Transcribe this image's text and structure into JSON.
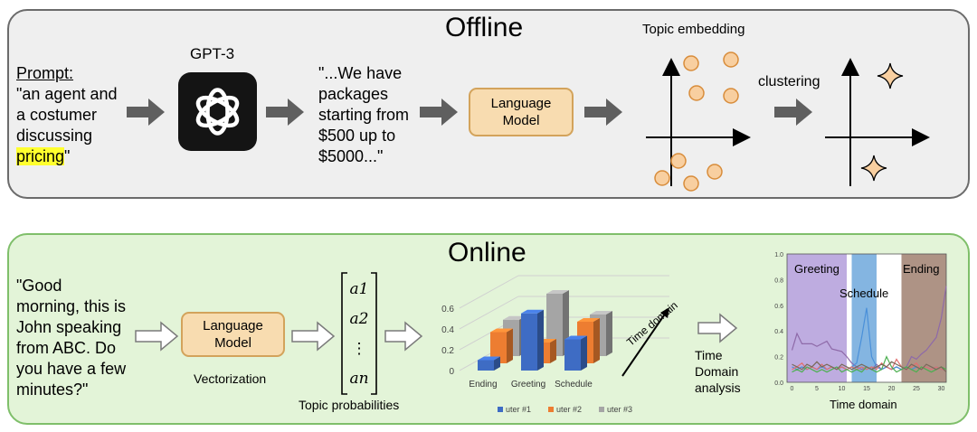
{
  "offline": {
    "title": "Offline",
    "prompt_label": "Prompt:",
    "prompt_line1": "\"an agent and",
    "prompt_line2": "a costumer",
    "prompt_line3": "discussing",
    "prompt_highlight": "pricing",
    "prompt_end": "\"",
    "gpt_label": "GPT-3",
    "output_line1": "\"...We have",
    "output_line2": "packages",
    "output_line3": "starting from",
    "output_line4": "$500 up to",
    "output_line5": "$5000...\"",
    "lm_line1": "Language",
    "lm_line2": "Model",
    "embedding_label": "Topic embedding",
    "clustering_label": "clustering"
  },
  "online": {
    "title": "Online",
    "utter_line1": "\"Good",
    "utter_line2": "morning, this is",
    "utter_line3": "John speaking",
    "utter_line4": "from ABC. Do",
    "utter_line5": "you have a few",
    "utter_line6": "minutes?\"",
    "lm_line1": "Language",
    "lm_line2": "Model",
    "vectorization_label": "Vectorization",
    "vector_entries": [
      "a1",
      "a2",
      "⋮",
      "an"
    ],
    "topic_prob_label": "Topic probabilities",
    "time_axis_label": "Time domain",
    "tda_line1": "Time",
    "tda_line2": "Domain",
    "tda_line3": "analysis",
    "ts_xlabel": "Time domain",
    "ts_greeting": "Greeting",
    "ts_schedule": "Schedule",
    "ts_ending": "Ending"
  },
  "colors": {
    "series1": "#3e6cc4",
    "series2": "#ed7d31",
    "series3": "#a5a5a5",
    "greeting_band": "#b39ddb",
    "schedule_band": "#6fa8dc",
    "ending_band": "#a08070",
    "dot_fill": "#f8cfa0",
    "lm_fill": "#f8dcb0"
  },
  "chart_data": [
    {
      "type": "bar",
      "categories": [
        "Ending",
        "Greeting",
        "Schedule"
      ],
      "series": [
        {
          "name": "uter #1",
          "values": [
            0.1,
            0.55,
            0.3
          ]
        },
        {
          "name": "uter #2",
          "values": [
            0.3,
            0.2,
            0.4
          ]
        },
        {
          "name": "uter #3",
          "values": [
            0.35,
            0.6,
            0.4
          ]
        }
      ],
      "yticks": [
        "0",
        "0.2",
        "0.4",
        "0.6"
      ],
      "ylim": [
        0,
        0.8
      ]
    },
    {
      "type": "line",
      "xlabel": "Time domain",
      "xticks": [
        "0",
        "5",
        "10",
        "15",
        "20",
        "25",
        "30"
      ],
      "yticks": [
        "0.0",
        "0.2",
        "0.4",
        "0.6",
        "0.8",
        "1.0"
      ],
      "ylim": [
        0,
        1.0
      ],
      "xlim": [
        -1,
        31
      ],
      "bands": [
        {
          "label": "Greeting",
          "from": -1,
          "to": 11
        },
        {
          "label": "Schedule",
          "from": 12,
          "to": 17
        },
        {
          "label": "Ending",
          "from": 22,
          "to": 31
        }
      ],
      "series": [
        {
          "values": [
            0.25,
            0.38,
            0.3,
            0.3,
            0.3,
            0.28,
            0.3,
            0.32,
            0.26,
            0.25,
            0.24,
            0.2,
            0.15,
            0.12,
            0.1,
            0.12,
            0.1,
            0.14,
            0.1,
            0.12,
            0.1,
            0.12,
            0.1,
            0.12,
            0.2,
            0.18,
            0.22,
            0.25,
            0.3,
            0.35,
            0.5,
            0.75
          ]
        },
        {
          "values": [
            0.12,
            0.1,
            0.12,
            0.1,
            0.12,
            0.1,
            0.12,
            0.1,
            0.12,
            0.1,
            0.12,
            0.1,
            0.12,
            0.15,
            0.35,
            0.58,
            0.2,
            0.12,
            0.1,
            0.12,
            0.1,
            0.12,
            0.1,
            0.12,
            0.1,
            0.12,
            0.1,
            0.12,
            0.1,
            0.12,
            0.1,
            0.1
          ]
        },
        {
          "values": [
            0.1,
            0.12,
            0.15,
            0.1,
            0.12,
            0.1,
            0.14,
            0.1,
            0.12,
            0.1,
            0.12,
            0.1,
            0.12,
            0.1,
            0.12,
            0.1,
            0.12,
            0.1,
            0.15,
            0.12,
            0.1,
            0.18,
            0.12,
            0.1,
            0.12,
            0.15,
            0.1,
            0.12,
            0.1,
            0.12,
            0.1,
            0.1
          ]
        },
        {
          "values": [
            0.08,
            0.1,
            0.08,
            0.12,
            0.1,
            0.08,
            0.1,
            0.08,
            0.1,
            0.12,
            0.08,
            0.1,
            0.08,
            0.1,
            0.08,
            0.12,
            0.1,
            0.08,
            0.1,
            0.2,
            0.12,
            0.08,
            0.1,
            0.12,
            0.1,
            0.08,
            0.12,
            0.1,
            0.08,
            0.1,
            0.12,
            0.1
          ]
        },
        {
          "values": [
            0.14,
            0.12,
            0.1,
            0.14,
            0.12,
            0.16,
            0.12,
            0.14,
            0.12,
            0.1,
            0.14,
            0.12,
            0.1,
            0.12,
            0.14,
            0.12,
            0.1,
            0.12,
            0.14,
            0.12,
            0.16,
            0.14,
            0.12,
            0.1,
            0.14,
            0.12,
            0.1,
            0.14,
            0.12,
            0.1,
            0.12,
            0.08
          ]
        }
      ],
      "series_colors": [
        "#8e6aa8",
        "#4a90d9",
        "#e07070",
        "#4caf50",
        "#7a6a5a"
      ]
    }
  ]
}
